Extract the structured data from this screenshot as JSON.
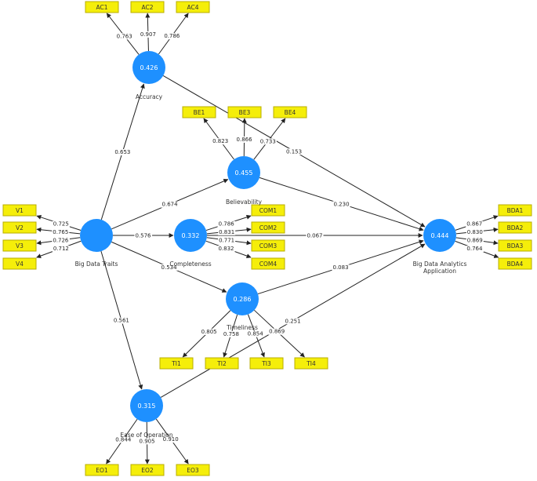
{
  "diagram": {
    "latent": [
      {
        "id": "acc",
        "value": "0.426",
        "label": "Accuracy"
      },
      {
        "id": "bel",
        "value": "0.455",
        "label": "Believability"
      },
      {
        "id": "com",
        "value": "0.332",
        "label": "Completeness"
      },
      {
        "id": "tim",
        "value": "0.286",
        "label": "Timeliness"
      },
      {
        "id": "eoo",
        "value": "0.315",
        "label": "Ease of Operation"
      },
      {
        "id": "bdt",
        "value": "",
        "label": "Big Data Traits"
      },
      {
        "id": "bda",
        "value": "0.444",
        "label": "Big Data Analytics Application"
      }
    ],
    "indicators": [
      {
        "id": "AC1",
        "label": "AC1",
        "parent": "acc",
        "loading": "0.763"
      },
      {
        "id": "AC2",
        "label": "AC2",
        "parent": "acc",
        "loading": "0.907"
      },
      {
        "id": "AC4",
        "label": "AC4",
        "parent": "acc",
        "loading": "0.786"
      },
      {
        "id": "BE1",
        "label": "BE1",
        "parent": "bel",
        "loading": "0.823"
      },
      {
        "id": "BE3",
        "label": "BE3",
        "parent": "bel",
        "loading": "0.866"
      },
      {
        "id": "BE4",
        "label": "BE4",
        "parent": "bel",
        "loading": "0.733"
      },
      {
        "id": "COM1",
        "label": "COM1",
        "parent": "com",
        "loading": "0.786"
      },
      {
        "id": "COM2",
        "label": "COM2",
        "parent": "com",
        "loading": "0.831"
      },
      {
        "id": "COM3",
        "label": "COM3",
        "parent": "com",
        "loading": "0.771"
      },
      {
        "id": "COM4",
        "label": "COM4",
        "parent": "com",
        "loading": "0.832"
      },
      {
        "id": "V1",
        "label": "V1",
        "parent": "bdt",
        "loading": "0.725"
      },
      {
        "id": "V2",
        "label": "V2",
        "parent": "bdt",
        "loading": "0.765"
      },
      {
        "id": "V3",
        "label": "V3",
        "parent": "bdt",
        "loading": "0.726"
      },
      {
        "id": "V4",
        "label": "V4",
        "parent": "bdt",
        "loading": "0.712"
      },
      {
        "id": "BDA1",
        "label": "BDA1",
        "parent": "bda",
        "loading": "0.867"
      },
      {
        "id": "BDA2",
        "label": "BDA2",
        "parent": "bda",
        "loading": "0.830"
      },
      {
        "id": "BDA3",
        "label": "BDA3",
        "parent": "bda",
        "loading": "0.869"
      },
      {
        "id": "BDA4",
        "label": "BDA4",
        "parent": "bda",
        "loading": "0.764"
      },
      {
        "id": "TI1",
        "label": "TI1",
        "parent": "tim",
        "loading": "0.805"
      },
      {
        "id": "TI2",
        "label": "TI2",
        "parent": "tim",
        "loading": "0.758"
      },
      {
        "id": "TI3",
        "label": "TI3",
        "parent": "tim",
        "loading": "0.854"
      },
      {
        "id": "TI4",
        "label": "TI4",
        "parent": "tim",
        "loading": "0.869"
      },
      {
        "id": "EO1",
        "label": "EO1",
        "parent": "eoo",
        "loading": "0.844"
      },
      {
        "id": "EO2",
        "label": "EO2",
        "parent": "eoo",
        "loading": "0.905"
      },
      {
        "id": "EO3",
        "label": "EO3",
        "parent": "eoo",
        "loading": "0.910"
      }
    ],
    "paths": [
      {
        "from": "bdt",
        "to": "acc",
        "coef": "0.653"
      },
      {
        "from": "bdt",
        "to": "bel",
        "coef": "0.674"
      },
      {
        "from": "bdt",
        "to": "com",
        "coef": "0.576"
      },
      {
        "from": "bdt",
        "to": "tim",
        "coef": "0.534"
      },
      {
        "from": "bdt",
        "to": "eoo",
        "coef": "0.561"
      },
      {
        "from": "acc",
        "to": "bda",
        "coef": "0.153"
      },
      {
        "from": "bel",
        "to": "bda",
        "coef": "0.230"
      },
      {
        "from": "com",
        "to": "bda",
        "coef": "0.067"
      },
      {
        "from": "tim",
        "to": "bda",
        "coef": "0.083"
      },
      {
        "from": "eoo",
        "to": "bda",
        "coef": "0.251"
      }
    ]
  }
}
